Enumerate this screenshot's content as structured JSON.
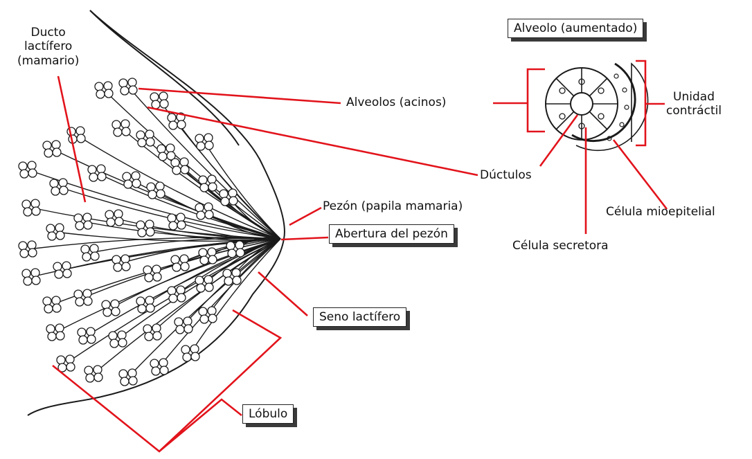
{
  "labels": {
    "ducto_lactifero": "Ducto\nlactífero\n(mamario)",
    "alveolo_aumentado": "Alveolo (aumentado)",
    "alveolos_acinos": "Alveolos (acinos)",
    "unidad_contractil": "Unidad\ncontráctil",
    "ductulos": "Dúctulos",
    "pezon": "Pezón (papila mamaria)",
    "abertura_pezon": "Abertura del pezón",
    "celula_mioepitelial": "Célula mioepitelial",
    "celula_secretora": "Célula secretora",
    "seno_lactifero": "Seno lactífero",
    "lobulo": "Lóbulo"
  },
  "colors": {
    "leader_line": "#e2131b",
    "ink": "#1a1a1a",
    "box_shadow": "#3a3a3a"
  }
}
